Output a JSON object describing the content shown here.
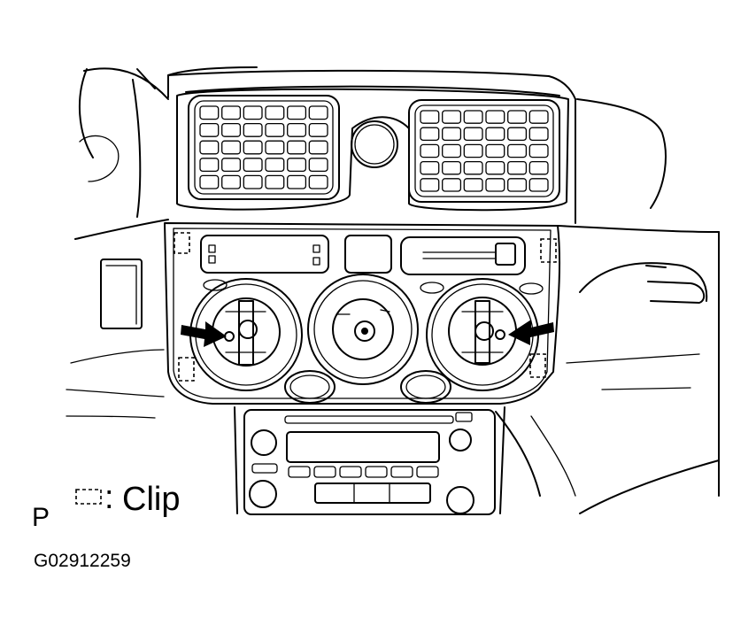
{
  "legend": {
    "label": "Clip"
  },
  "corner_mark": "P",
  "figure_code": "G02912259",
  "callouts": {
    "left_clips": 2,
    "right_clips": 2,
    "screw_arrows": 2
  }
}
